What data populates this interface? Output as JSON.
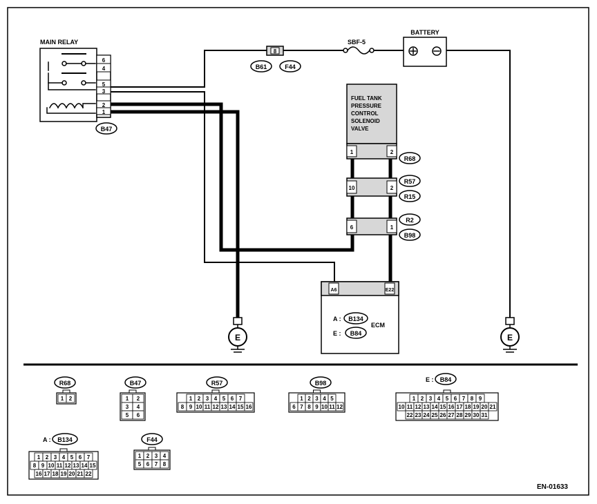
{
  "components": {
    "main_relay": "MAIN RELAY",
    "battery": "BATTERY",
    "fuse": "SBF-5",
    "fuse_pin": "8",
    "valve": [
      "FUEL TANK",
      "PRESSURE",
      "CONTROL",
      "SOLENOID",
      "VALVE"
    ],
    "ecm": "ECM",
    "ecm_pins": [
      "A6",
      "E22"
    ],
    "ground": "E"
  },
  "relay_pins": [
    "6",
    "4",
    "5",
    "3",
    "2",
    "1"
  ],
  "wire_connectors": [
    {
      "left": "1",
      "right": "2"
    },
    {
      "left": "10",
      "right": "2"
    },
    {
      "left": "6",
      "right": "1"
    }
  ],
  "connector_tags": {
    "relay": "B47",
    "fuse_left": "B61",
    "fuse_right": "F44",
    "r68": "R68",
    "r57": "R57",
    "r15": "R15",
    "r2": "R2",
    "b98": "B98",
    "ecm_a": "B134",
    "ecm_e": "B84",
    "ecm_a_prefix": "A :",
    "ecm_e_prefix": "E :"
  },
  "legend": {
    "r68": {
      "tag": "R68",
      "rows": [
        [
          "1",
          "2"
        ]
      ]
    },
    "b47": {
      "tag": "B47",
      "rows": [
        [
          "1",
          "2"
        ],
        [
          "3",
          "4"
        ],
        [
          "5",
          "6"
        ]
      ]
    },
    "r57": {
      "tag": "R57",
      "rows": [
        [
          "1",
          "2",
          "3",
          "4",
          "5",
          "6",
          "7"
        ],
        [
          "8",
          "9",
          "10",
          "11",
          "12",
          "13",
          "14",
          "15",
          "16"
        ]
      ]
    },
    "b98": {
      "tag": "B98",
      "rows": [
        [
          "1",
          "2",
          "3",
          "4",
          "5"
        ],
        [
          "6",
          "7",
          "8",
          "9",
          "10",
          "11",
          "12"
        ]
      ]
    },
    "b84": {
      "prefix": "E :",
      "tag": "B84",
      "rows": [
        [
          "1",
          "2",
          "3",
          "4",
          "5",
          "6",
          "7",
          "8",
          "9"
        ],
        [
          "10",
          "11",
          "12",
          "13",
          "14",
          "15",
          "16",
          "17",
          "18",
          "19",
          "20",
          "21"
        ],
        [
          "22",
          "23",
          "24",
          "25",
          "26",
          "27",
          "28",
          "29",
          "30",
          "31"
        ]
      ]
    },
    "b134": {
      "prefix": "A :",
      "tag": "B134",
      "rows": [
        [
          "1",
          "2",
          "3",
          "4",
          "5",
          "6",
          "7"
        ],
        [
          "8",
          "9",
          "10",
          "11",
          "12",
          "13",
          "14",
          "15"
        ],
        [
          "16",
          "17",
          "18",
          "19",
          "20",
          "21",
          "22"
        ]
      ]
    },
    "f44": {
      "tag": "F44",
      "rows": [
        [
          "1",
          "2",
          "3",
          "4"
        ],
        [
          "5",
          "6",
          "7",
          "8"
        ]
      ]
    }
  },
  "figure_code": "EN-01633"
}
